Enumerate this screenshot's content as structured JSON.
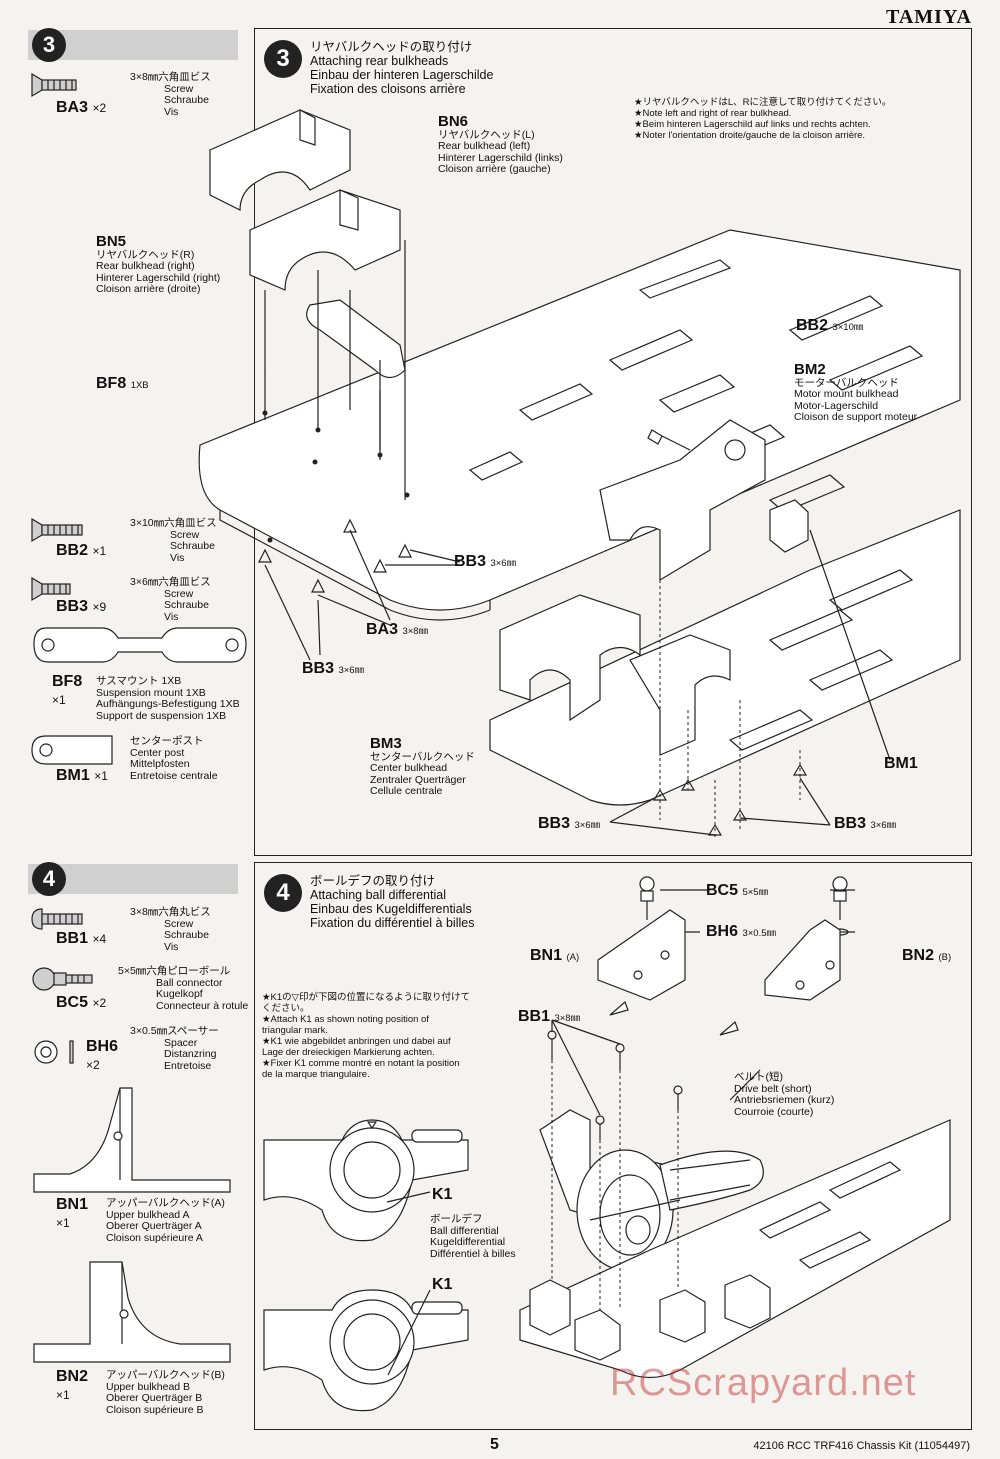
{
  "brand": "TAMIYA",
  "page_number": "5",
  "footer_code": "42106  RCC TRF416 Chassis Kit (11054497)",
  "watermark": "RCScrapyard.net",
  "step3": {
    "number": "3",
    "title_jp": "リヤバルクヘッドの取り付け",
    "title_en": "Attaching rear bulkheads",
    "title_de": "Einbau der hinteren Lagerschilde",
    "title_fr": "Fixation des cloisons arrière",
    "note_jp": "★リヤバルクヘッドはL、Rに注意して取り付けてください。",
    "note_en": "★Note left and right of rear bulkhead.",
    "note_de": "★Beim hinteren Lagerschild auf links und rechts achten.",
    "note_fr": "★Noter l'orientation droite/gauche de la cloison arrière.",
    "parts_list": [
      {
        "code": "BA3",
        "qty": "×2",
        "jp": "3×8㎜六角皿ビス",
        "en": "Screw",
        "de": "Schraube",
        "fr": "Vis"
      },
      {
        "code": "BB2",
        "qty": "×1",
        "jp": "3×10㎜六角皿ビス",
        "en": "Screw",
        "de": "Schraube",
        "fr": "Vis"
      },
      {
        "code": "BB3",
        "qty": "×9",
        "jp": "3×6㎜六角皿ビス",
        "en": "Screw",
        "de": "Schraube",
        "fr": "Vis"
      },
      {
        "code": "BF8",
        "qty": "×1",
        "jp": "サスマウント 1XB",
        "en": "Suspension mount 1XB",
        "de": "Aufhängungs-Befestigung 1XB",
        "fr": "Support de suspension 1XB"
      },
      {
        "code": "BM1",
        "qty": "×1",
        "jp": "センターポスト",
        "en": "Center post",
        "de": "Mittelpfosten",
        "fr": "Entretoise centrale"
      }
    ],
    "labels": {
      "bn6_code": "BN6",
      "bn6_jp": "リヤバルクヘッド(L)",
      "bn6_en": "Rear bulkhead (left)",
      "bn6_de": "Hinterer Lagerschild (links)",
      "bn6_fr": "Cloison arrière (gauche)",
      "bn5_code": "BN5",
      "bn5_jp": "リヤバルクヘッド(R)",
      "bn5_en": "Rear bulkhead (right)",
      "bn5_de": "Hinterer Lagerschild (right)",
      "bn5_fr": "Cloison arrière (droite)",
      "bf8": "BF8",
      "bf8_sub": "1XB",
      "bb2": "BB2",
      "bb2_size": "3×10㎜",
      "bm2_code": "BM2",
      "bm2_jp": "モーターバルクヘッド",
      "bm2_en": "Motor mount bulkhead",
      "bm2_de": "Motor-Lagerschild",
      "bm2_fr": "Cloison de support moteur",
      "bb3_a": "BB3",
      "bb3_a_size": "3×6㎜",
      "ba3": "BA3",
      "ba3_size": "3×8㎜",
      "bb3_b": "BB3",
      "bb3_b_size": "3×6㎜",
      "bm3_code": "BM3",
      "bm3_jp": "センターバルクヘッド",
      "bm3_en": "Center bulkhead",
      "bm3_de": "Zentraler Querträger",
      "bm3_fr": "Cellule centrale",
      "bm1": "BM1",
      "bb3_c": "BB3",
      "bb3_c_size": "3×6㎜",
      "bb3_d": "BB3",
      "bb3_d_size": "3×6㎜"
    }
  },
  "step4": {
    "number": "4",
    "title_jp": "ボールデフの取り付け",
    "title_en": "Attaching ball differential",
    "title_de": "Einbau des Kugeldifferentials",
    "title_fr": "Fixation du différentiel à billes",
    "note_jp": "★K1の▽印が下図の位置になるように取り付けてください。",
    "note_en": "★Attach K1 as shown noting position of triangular mark.",
    "note_de": "★K1 wie abgebildet anbringen und dabei auf Lage der dreieckigen Markierung achten.",
    "note_fr": "★Fixer K1 comme montré en notant la position de la marque triangulaire.",
    "parts_list": [
      {
        "code": "BB1",
        "qty": "×4",
        "jp": "3×8㎜六角丸ビス",
        "en": "Screw",
        "de": "Schraube",
        "fr": "Vis"
      },
      {
        "code": "BC5",
        "qty": "×2",
        "jp": "5×5㎜六角ピローボール",
        "en": "Ball connector",
        "de": "Kugelkopf",
        "fr": "Connecteur à rotule"
      },
      {
        "code": "BH6",
        "qty": "×2",
        "jp": "3×0.5㎜スペーサー",
        "en": "Spacer",
        "de": "Distanzring",
        "fr": "Entretoise"
      },
      {
        "code": "BN1",
        "qty": "×1",
        "jp": "アッパーバルクヘッド(A)",
        "en": "Upper bulkhead A",
        "de": "Oberer Querträger A",
        "fr": "Cloison supérieure A"
      },
      {
        "code": "BN2",
        "qty": "×1",
        "jp": "アッパーバルクヘッド(B)",
        "en": "Upper bulkhead B",
        "de": "Oberer Querträger B",
        "fr": "Cloison supérieure B"
      }
    ],
    "labels": {
      "bc5": "BC5",
      "bc5_size": "5×5㎜",
      "bh6": "BH6",
      "bh6_size": "3×0.5㎜",
      "bn1": "BN1",
      "bn1_sub": "(A)",
      "bn2": "BN2",
      "bn2_sub": "(B)",
      "bb1": "BB1",
      "bb1_size": "3×8㎜",
      "belt_jp": "ベルト(短)",
      "belt_en": "Drive belt (short)",
      "belt_de": "Antriebsriemen (kurz)",
      "belt_fr": "Courroie (courte)",
      "diff_jp": "ボールデフ",
      "diff_en": "Ball differential",
      "diff_de": "Kugeldifferential",
      "diff_fr": "Différentiel à billes",
      "k1_a": "K1",
      "k1_b": "K1"
    }
  }
}
